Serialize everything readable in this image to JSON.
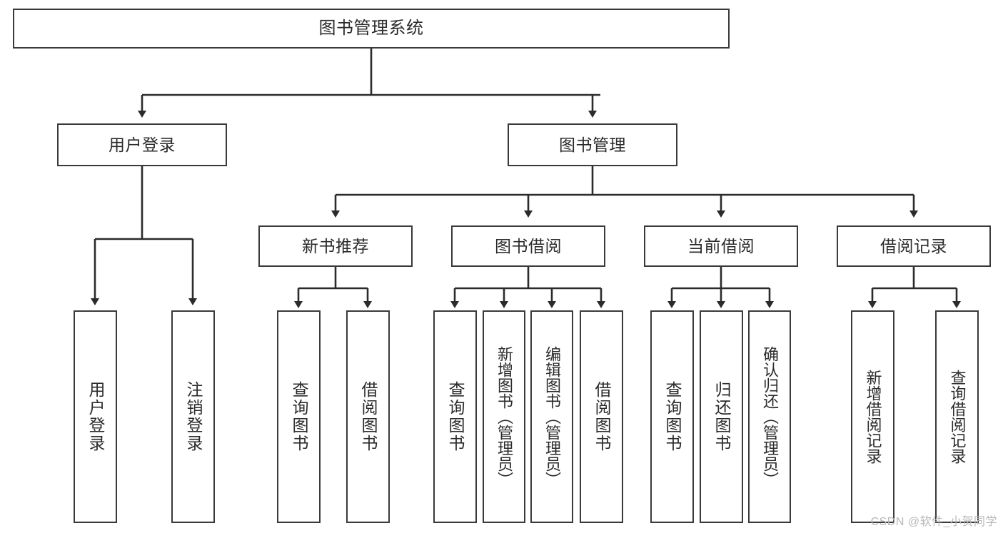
{
  "diagram": {
    "title": "图书管理系统",
    "type": "tree",
    "orientation": "top-down",
    "background_color": "#ffffff",
    "border_color": "#3a3a3a",
    "text_color": "#2b2b2b",
    "watermark": "CSDN @软件_小贺同学",
    "levels": {
      "root": "图书管理系统",
      "level2": [
        "用户登录",
        "图书管理"
      ],
      "level3": [
        "新书推荐",
        "图书借阅",
        "当前借阅",
        "借阅记录"
      ]
    },
    "nodes": {
      "root": {
        "label": "图书管理系统"
      },
      "user_login": {
        "label": "用户登录"
      },
      "book_manage": {
        "label": "图书管理"
      },
      "new_book_rec": {
        "label": "新书推荐"
      },
      "book_borrow": {
        "label": "图书借阅"
      },
      "current_borrow": {
        "label": "当前借阅"
      },
      "borrow_record": {
        "label": "借阅记录"
      },
      "leaf_user_login": {
        "label": "用户登录"
      },
      "leaf_logout": {
        "label": "注销登录"
      },
      "leaf_query_book_1": {
        "label": "查询图书"
      },
      "leaf_borrow_book_1": {
        "label": "借阅图书"
      },
      "leaf_query_book_2": {
        "label": "查询图书"
      },
      "leaf_add_book": {
        "label": "新增图书（管理员）"
      },
      "leaf_edit_book": {
        "label": "编辑图书（管理员）"
      },
      "leaf_borrow_book_2": {
        "label": "借阅图书"
      },
      "leaf_query_book_3": {
        "label": "查询图书"
      },
      "leaf_return_book": {
        "label": "归还图书"
      },
      "leaf_confirm_return": {
        "label": "确认归还（管理员）"
      },
      "leaf_add_record": {
        "label": "新增借阅记录"
      },
      "leaf_query_record": {
        "label": "查询借阅记录"
      }
    }
  }
}
